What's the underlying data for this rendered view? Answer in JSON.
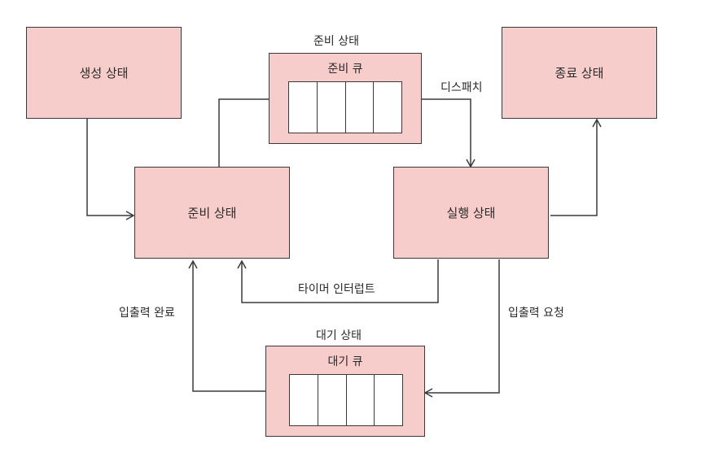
{
  "nodes": {
    "created": "생성 상태",
    "ready": "준비 상태",
    "running": "실행 상태",
    "terminated": "종료 상태"
  },
  "ready_queue": {
    "title": "준비 상태",
    "label": "준비 큐"
  },
  "wait_queue": {
    "title": "대기 상태",
    "label": "대기 큐"
  },
  "edges": {
    "dispatch": "디스패치",
    "timer_interrupt": "타이머 인터럽트",
    "io_complete": "입출력 완료",
    "io_request": "입출력 요청"
  }
}
